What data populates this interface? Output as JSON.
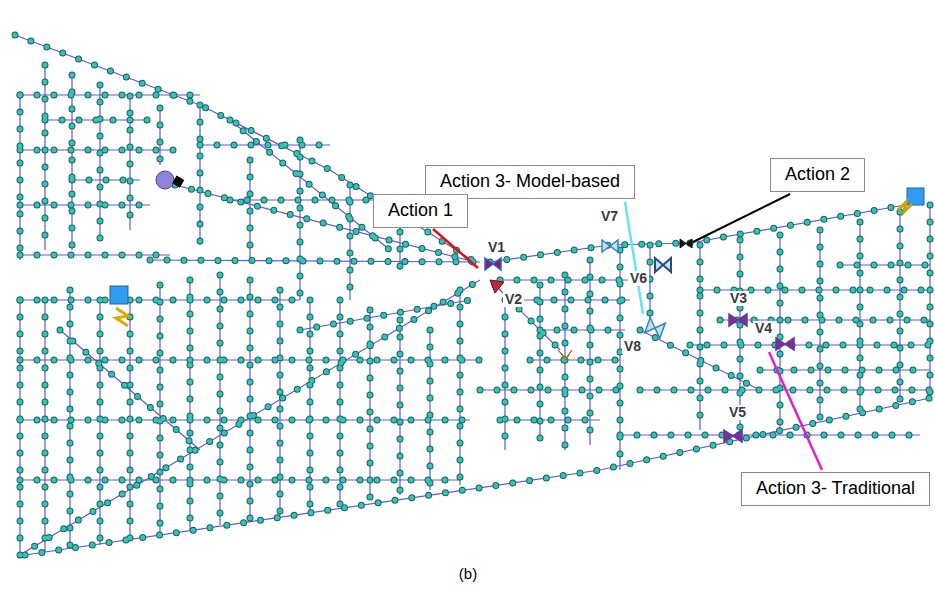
{
  "diagram": {
    "caption": "(b)",
    "nodes": [
      {
        "text": [
          "Action 3- Model-based"
        ]
      },
      {
        "text": [
          "Action 1"
        ]
      },
      {
        "text": [
          "Action 2"
        ]
      },
      {
        "text": [
          "Action 3- Traditional"
        ]
      }
    ],
    "labels": [
      "V1",
      "V7",
      "V6",
      "V2",
      "V3",
      "V4",
      "V8",
      "V5"
    ]
  }
}
